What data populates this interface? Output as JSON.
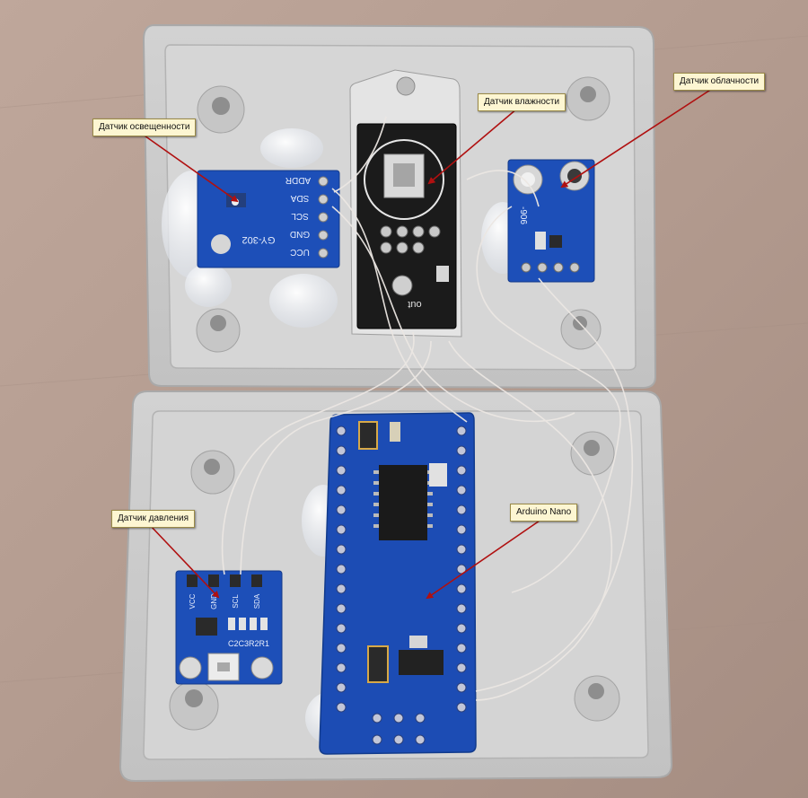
{
  "image": {
    "subject": "enclosure-with-sensor-boards",
    "colors": {
      "table": "#b79f93",
      "box": "#c9c9c9",
      "box_inner": "#d7d7d7",
      "pcb_blue": "#1d4fb8",
      "pcb_black": "#1b1b1b",
      "arrow": "#b01010",
      "callout_bg": "#fdf6d2"
    }
  },
  "callouts": {
    "light": "Датчик освещенности",
    "humidity": "Датчик влажности",
    "cloud": "Датчик облачности",
    "pressure": "Датчик давления",
    "nano": "Arduino Nano"
  },
  "silkscreen": {
    "light_pins": [
      "ADDR",
      "SDA",
      "SCL",
      "GND",
      "UCC"
    ],
    "light_model": "GY-302",
    "cloud_model": "-906",
    "humidity_out": "out",
    "pressure_pins": [
      "VCC",
      "GND",
      "SCL",
      "SDA"
    ],
    "pressure_parts": "C2C3R2R1"
  }
}
